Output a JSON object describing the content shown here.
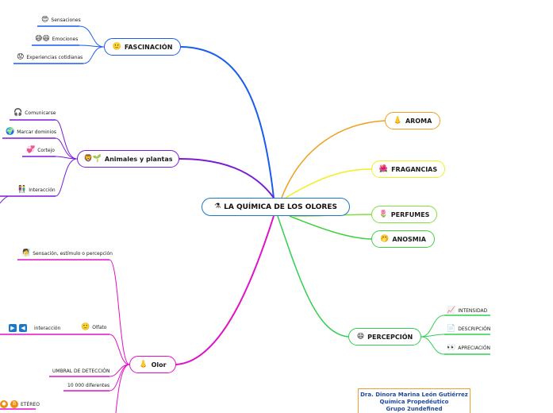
{
  "central": {
    "icon": "flask-icon",
    "label": "LA QUÍMICA DE LOS OLORES"
  },
  "branches": {
    "fascinacion": {
      "label": "FASCINACIÓN",
      "icon": "smiley-icon",
      "color": "#1a5cf0",
      "items": [
        "Sensaciones",
        "Emociones",
        "Experiencias cotidianas"
      ]
    },
    "animales": {
      "label": "Animales y plantas",
      "icon": "lion-plant-icon",
      "color": "#7a1ad8",
      "items": [
        "Comunicarse",
        "Marcar dominios",
        "Cortejo",
        "Interacción"
      ]
    },
    "olor": {
      "label": "Olor",
      "icon": "nose-icon",
      "color": "#e010c8",
      "items": [
        "Sensación, estímulo o percepción",
        "Olfato",
        "interacción",
        "UMBRAL DE DETECCIÓN",
        "10 000 diferentes",
        "ETÉREO"
      ]
    },
    "aroma": {
      "label": "AROMA",
      "icon": "nose-icon",
      "color": "#f0a020"
    },
    "fragancias": {
      "label": "FRAGANCIAS",
      "icon": "flower-icon",
      "color": "#f0f020"
    },
    "perfumes": {
      "label": "PERFUMES",
      "icon": "tulip-icon",
      "color": "#80e040"
    },
    "anosmia": {
      "label": "ANOSMIA",
      "icon": "face-icon",
      "color": "#40d040"
    },
    "percepcion": {
      "label": "PERCEPCIÓN",
      "icon": "grin-icon",
      "color": "#30d050",
      "items": [
        "INTENSIDAD",
        "DESCRIPCIÓN",
        "APRECIACIÓN"
      ]
    }
  },
  "credit": {
    "line1": "Dra. Dinora Marina León Gutiérrez",
    "line2": "Química Propedéutico",
    "line3": "Grupo 2undefined"
  }
}
